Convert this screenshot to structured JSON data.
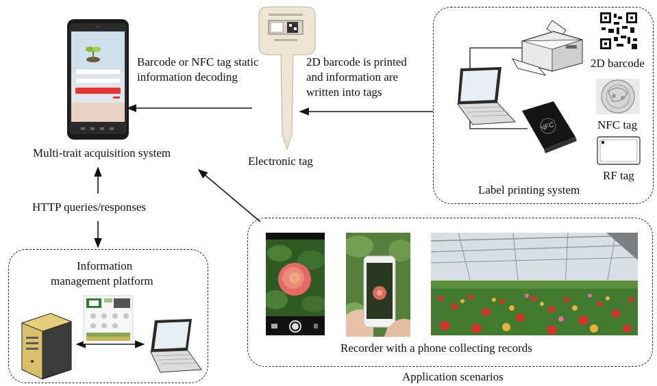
{
  "labels": {
    "acquisition_system": "Multi-trait acquisition system",
    "decoding_line1": "Barcode or NFC tag static",
    "decoding_line2": "information decoding",
    "printed_line1": "2D barcode is printed",
    "printed_line2": "and information are",
    "printed_line3": "written into tags",
    "electronic_tag": "Electronic tag",
    "barcode_2d": "2D barcode",
    "nfc_tag": "NFC tag",
    "rf_tag": "RF tag",
    "label_printing_system": "Label printing system",
    "http": "HTTP queries/responses",
    "info_platform_line1": "Information",
    "info_platform_line2": "management platform",
    "recorder": "Recorder with a phone collecting records",
    "application_scenarios": "Application scenarios",
    "nfc_reader_text": "NFC"
  },
  "colors": {
    "line": "#111111",
    "phone_body": "#1b1b1b",
    "phone_button": "#e8332e",
    "flower": "#e56a63",
    "foliage": "#3d6e2f",
    "tag_body": "#ece5d2"
  },
  "icons": {
    "phone": "smartphone-icon",
    "tag": "plant-tag-icon",
    "laptop": "laptop-icon",
    "printer": "printer-icon",
    "reader": "nfc-reader-icon",
    "server": "server-icon"
  }
}
